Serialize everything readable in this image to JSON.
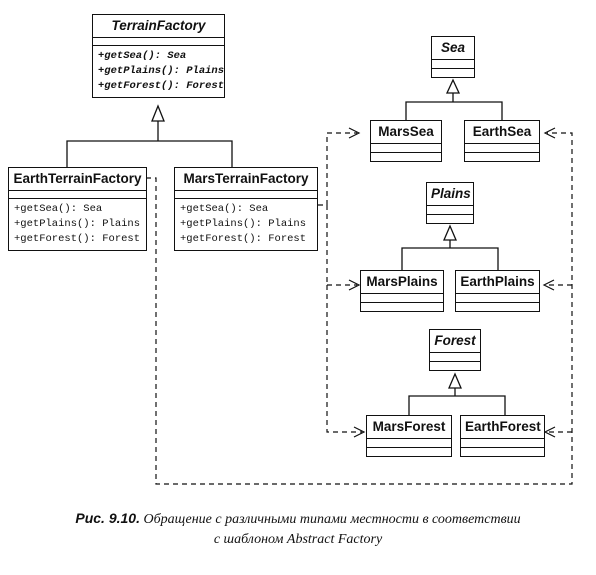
{
  "classes": {
    "terrain_factory": {
      "name": "TerrainFactory",
      "ops": [
        "+getSea(): Sea",
        "+getPlains(): Plains",
        "+getForest(): Forest"
      ]
    },
    "earth_terrain_factory": {
      "name": "EarthTerrainFactory",
      "ops": [
        "+getSea(): Sea",
        "+getPlains(): Plains",
        "+getForest(): Forest"
      ]
    },
    "mars_terrain_factory": {
      "name": "MarsTerrainFactory",
      "ops": [
        "+getSea(): Sea",
        "+getPlains(): Plains",
        "+getForest(): Forest"
      ]
    },
    "sea": {
      "name": "Sea"
    },
    "mars_sea": {
      "name": "MarsSea"
    },
    "earth_sea": {
      "name": "EarthSea"
    },
    "plains": {
      "name": "Plains"
    },
    "mars_plains": {
      "name": "MarsPlains"
    },
    "earth_plains": {
      "name": "EarthPlains"
    },
    "forest": {
      "name": "Forest"
    },
    "mars_forest": {
      "name": "MarsForest"
    },
    "earth_forest": {
      "name": "EarthForest"
    }
  },
  "caption": {
    "fig_label": "Рис. 9.10.",
    "line1": "Обращение с различными типами местности в соответствии",
    "line2": "с шаблоном Abstract Factory"
  }
}
